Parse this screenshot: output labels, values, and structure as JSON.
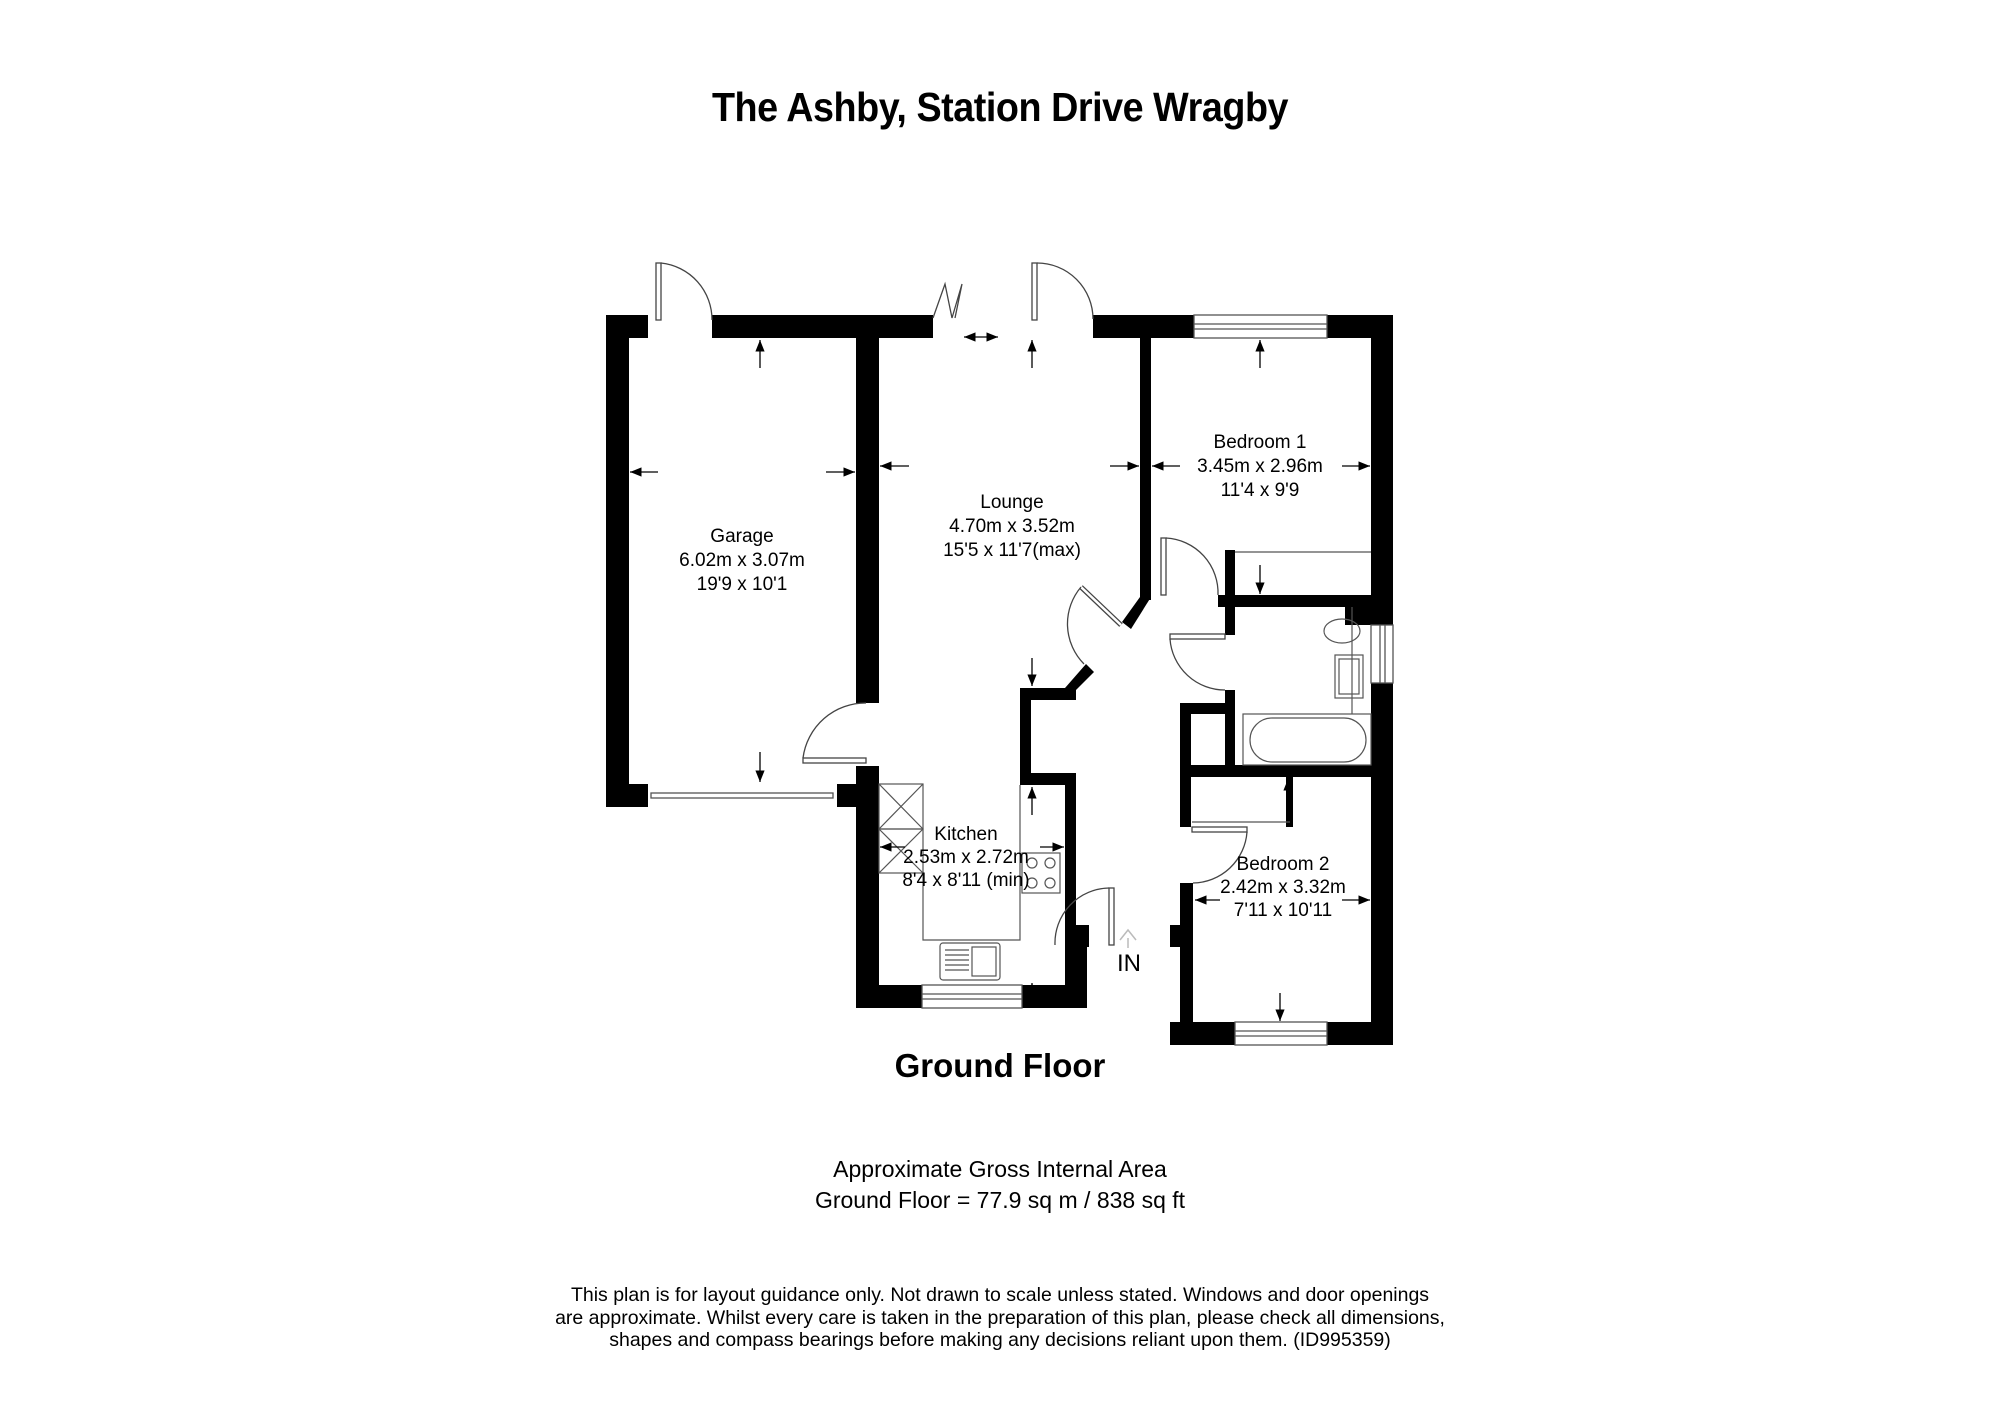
{
  "title": "The Ashby, Station Drive Wragby",
  "floor_name": "Ground Floor",
  "rooms": [
    {
      "name": "Garage",
      "metric": "6.02m x 3.07m",
      "imperial": "19'9 x 10'1"
    },
    {
      "name": "Lounge",
      "metric": "4.70m x 3.52m",
      "imperial": "15'5 x 11'7(max)"
    },
    {
      "name": "Bedroom 1",
      "metric": "3.45m x 2.96m",
      "imperial": "11'4 x 9'9"
    },
    {
      "name": "Kitchen",
      "metric": "2.53m x 2.72m",
      "imperial": "8'4 x 8'11 (min)"
    },
    {
      "name": "Bedroom 2",
      "metric": "2.42m x 3.32m",
      "imperial": "7'11 x 10'11"
    }
  ],
  "entrance_label": "IN",
  "area": {
    "heading": "Approximate Gross Internal Area",
    "summary": "Ground Floor = 77.9 sq m / 838 sq ft"
  },
  "disclaimer": [
    "This plan is for layout guidance only. Not drawn to scale unless stated. Windows and door openings",
    "are approximate. Whilst every care is taken in the preparation of this plan, please check all dimensions,",
    "shapes and compass bearings before making any decisions reliant upon them. (ID995359)"
  ],
  "colors": {
    "wall": "#000000",
    "background": "#ffffff",
    "fixture_line": "#555555"
  }
}
